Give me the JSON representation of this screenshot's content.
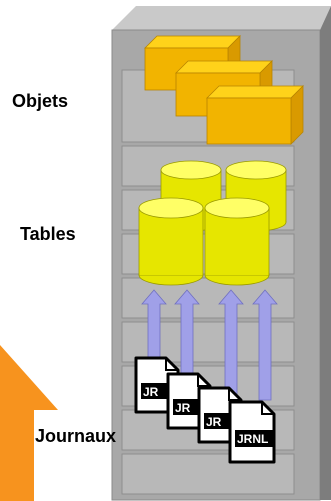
{
  "labels": {
    "objects": "Objets",
    "tables": "Tables",
    "journals": "Journaux"
  },
  "journal_files": [
    {
      "text": "JR"
    },
    {
      "text": "JR"
    },
    {
      "text": "JR"
    },
    {
      "text": "JRNL"
    }
  ],
  "colors": {
    "cabinet_front": "#a8a8a8",
    "cabinet_side": "#7d7d7d",
    "cabinet_top": "#c9c9c9",
    "drawer": "#b8b8b8",
    "box_front": "#f2b400",
    "box_top": "#ffd21a",
    "box_side": "#d99a00",
    "cylinder_body": "#e6e600",
    "cylinder_top": "#ffff66",
    "arrow": "#a0a0e8",
    "orange_arrow": "#f7931e"
  }
}
